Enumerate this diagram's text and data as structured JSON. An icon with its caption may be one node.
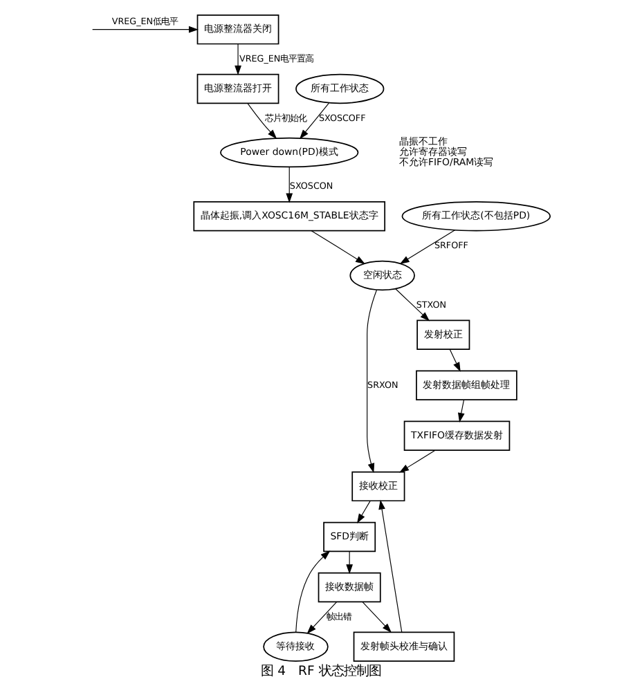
{
  "diagram": {
    "caption": "图 4　RF 状态控制图",
    "nodes": [
      {
        "text": [
          "电源整流器关闭"
        ]
      },
      {
        "text": [
          "电源整流器打开"
        ]
      },
      {
        "text": [
          "所有工作状态"
        ]
      },
      {
        "text": [
          "Power down(PD)模式"
        ],
        "beside": [
          "晶振不工作",
          "允许寄存器读写",
          "不允许FIFO/RAM读写"
        ]
      },
      {
        "text": [
          "晶体起振,调入XOSC16M_STABLE状态字"
        ]
      },
      {
        "text": [
          "所有工作状态(不包括PD)"
        ]
      },
      {
        "text": [
          "空闲状态"
        ]
      },
      {
        "text": [
          "接收校正"
        ]
      },
      {
        "text": [
          "发射校正"
        ]
      },
      {
        "text": [
          "等待接收"
        ]
      },
      {
        "text": [
          "SFD判断"
        ]
      },
      {
        "text": [
          "接收数据帧"
        ]
      },
      {
        "text": [
          "发射帧头校准与确认"
        ]
      },
      {
        "text": [
          "发射数据帧组帧处理"
        ]
      },
      {
        "text": [
          "TXFIFO缓存数据发射"
        ]
      }
    ],
    "edges": [
      {
        "from": null,
        "to": 0,
        "arrow": "to",
        "label": "VREG_EN低电平"
      },
      {
        "from": 0,
        "to": 1,
        "arrow": "to",
        "label": "VREG_EN电平置高"
      },
      {
        "from": 1,
        "to": 3,
        "arrow": "to",
        "label": "芯片初始化"
      },
      {
        "from": 2,
        "to": 3,
        "arrow": "to",
        "label": "SXOSCOFF"
      },
      {
        "from": 3,
        "to": 4,
        "arrow": "to",
        "label": "SXOSCON"
      },
      {
        "from": 4,
        "to": 6,
        "arrow": "to"
      },
      {
        "from": 5,
        "to": 6,
        "arrow": "to",
        "label": "SRFOFF"
      },
      {
        "from": 6,
        "to": 7,
        "arrow": "to",
        "label": "SRXON"
      },
      {
        "from": 6,
        "to": 8,
        "arrow": "to",
        "label": "STXON"
      },
      {
        "from": 7,
        "to": 10,
        "arrow": "to"
      },
      {
        "from": 9,
        "to": 10,
        "arrow": "to"
      },
      {
        "from": 10,
        "to": 11,
        "arrow": "to"
      },
      {
        "from": 11,
        "to": 9,
        "arrow": "to",
        "label": "帧出错"
      },
      {
        "from": 11,
        "to": 12,
        "arrow": "to"
      },
      {
        "from": 12,
        "to": 7,
        "arrow": "to"
      },
      {
        "from": 8,
        "to": 13,
        "arrow": "to"
      },
      {
        "from": 13,
        "to": 14,
        "arrow": "to"
      },
      {
        "from": 14,
        "to": 7,
        "arrow": "to"
      }
    ]
  }
}
